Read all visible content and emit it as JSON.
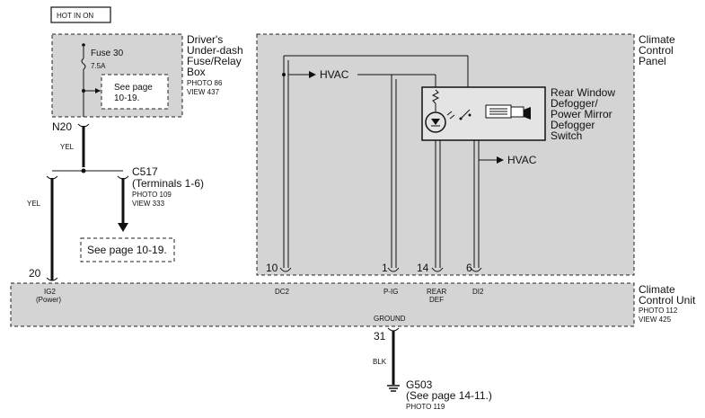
{
  "hot_label": "HOT IN ON",
  "fuse_box": {
    "title_lines": [
      "Driver's",
      "Under-dash",
      "Fuse/Relay",
      "Box"
    ],
    "photo": "PHOTO 86",
    "view": "VIEW 437",
    "fuse_name": "Fuse 30",
    "fuse_rating": "7.5A",
    "see_page_lines": [
      "See page",
      "10-19."
    ]
  },
  "connector_n20": {
    "label": "N20",
    "wire": "YEL"
  },
  "splice_c517": {
    "name": "C517",
    "detail": "(Terminals 1-6)",
    "photo": "PHOTO 109",
    "view": "VIEW 333",
    "see_page": "See page 10-19."
  },
  "left_branch": {
    "wire": "YEL",
    "pin": "20"
  },
  "climate_panel": {
    "title_lines": [
      "Climate",
      "Control",
      "Panel"
    ],
    "hvac_top": "HVAC",
    "hvac_right": "HVAC",
    "switch_lines": [
      "Rear Window",
      "Defogger/",
      "Power Mirror",
      "Defogger",
      "Switch"
    ],
    "pins": [
      "10",
      "1",
      "14",
      "6"
    ]
  },
  "climate_unit": {
    "title_lines": [
      "Climate",
      "Control Unit"
    ],
    "photo": "PHOTO 112",
    "view": "VIEW 425",
    "terminals": {
      "ig2": "IG2",
      "ig2_sub": "(Power)",
      "dc2": "DC2",
      "pig": "P-IG",
      "rear": "REAR",
      "def": "DEF",
      "di2": "DI2",
      "ground": "GROUND"
    }
  },
  "ground": {
    "pin": "31",
    "wire": "BLK",
    "name": "G503",
    "see_page": "(See page 14-11.)",
    "photo": "PHOTO 119"
  }
}
